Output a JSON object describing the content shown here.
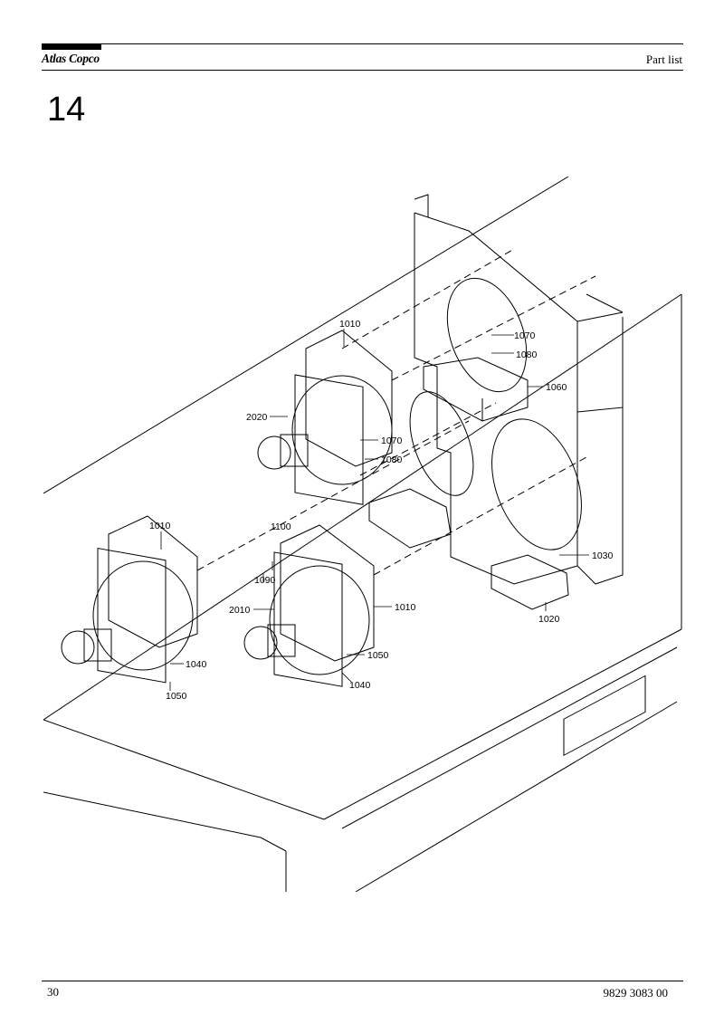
{
  "header": {
    "brand": "Atlas Copco",
    "title": "Part list"
  },
  "section": {
    "number": "14"
  },
  "drawing": {
    "callouts": [
      {
        "id": "c1010a",
        "label": "1010"
      },
      {
        "id": "c1070a",
        "label": "1070"
      },
      {
        "id": "c1080a",
        "label": "1080"
      },
      {
        "id": "c1060",
        "label": "1060"
      },
      {
        "id": "c2020",
        "label": "2020"
      },
      {
        "id": "c1070b",
        "label": "1070"
      },
      {
        "id": "c1080b",
        "label": "1080"
      },
      {
        "id": "c1010b",
        "label": "1010"
      },
      {
        "id": "c1100",
        "label": "1100"
      },
      {
        "id": "c1090",
        "label": "1090"
      },
      {
        "id": "c1030",
        "label": "1030"
      },
      {
        "id": "c2010",
        "label": "2010"
      },
      {
        "id": "c1010c",
        "label": "1010"
      },
      {
        "id": "c1020",
        "label": "1020"
      },
      {
        "id": "c1050a",
        "label": "1050"
      },
      {
        "id": "c1040a",
        "label": "1040"
      },
      {
        "id": "c1040b",
        "label": "1040"
      },
      {
        "id": "c1050b",
        "label": "1050"
      }
    ]
  },
  "footer": {
    "page_number": "30",
    "document_number": "9829 3083 00"
  }
}
